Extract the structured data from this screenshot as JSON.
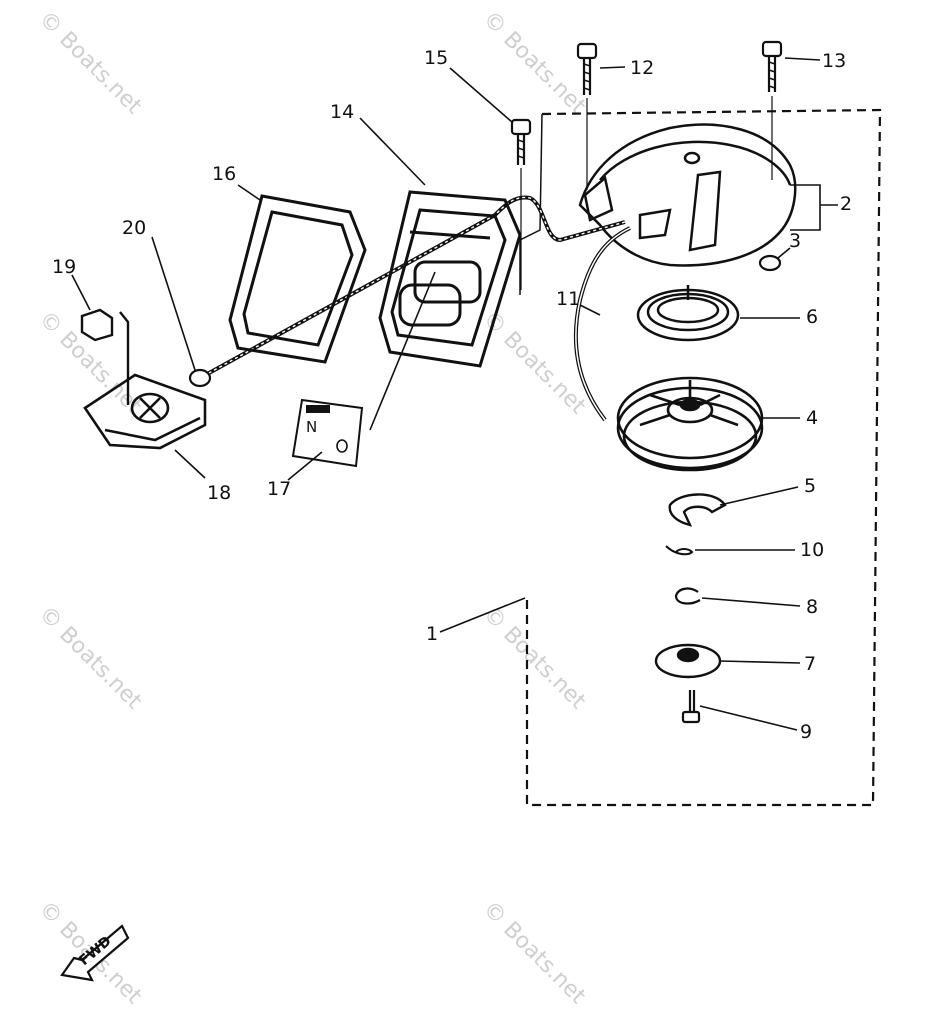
{
  "watermark": "© Boats.net",
  "callouts": {
    "c1": "1",
    "c2": "2",
    "c3": "3",
    "c4": "4",
    "c5": "5",
    "c6": "6",
    "c7": "7",
    "c8": "8",
    "c9": "9",
    "c10": "10",
    "c11": "11",
    "c12": "12",
    "c13": "13",
    "c14": "14",
    "c15": "15",
    "c16": "16",
    "c17": "17",
    "c18": "18",
    "c19": "19",
    "c20": "20"
  },
  "decal": {
    "letter_n": "N"
  },
  "direction_arrow": {
    "label": "FWD"
  }
}
